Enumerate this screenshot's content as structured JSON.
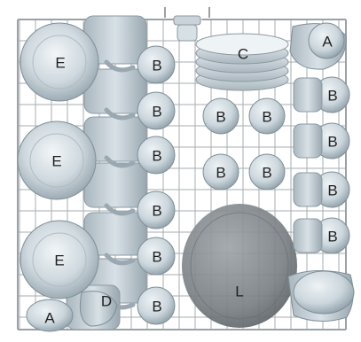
{
  "rack": {
    "labels": {
      "A": "A",
      "B": "B",
      "C": "C",
      "D": "D",
      "E": "E",
      "L": "L"
    }
  },
  "colors": {
    "wire": "#a7aeb2",
    "wire_dark": "#8f979c",
    "dish_light": "#dde6eb",
    "dish_mid": "#c6d1d8",
    "dish_dark": "#9fadb6",
    "bowl_gray": "#777d82",
    "bowl_gray_light": "#9aa0a4"
  }
}
